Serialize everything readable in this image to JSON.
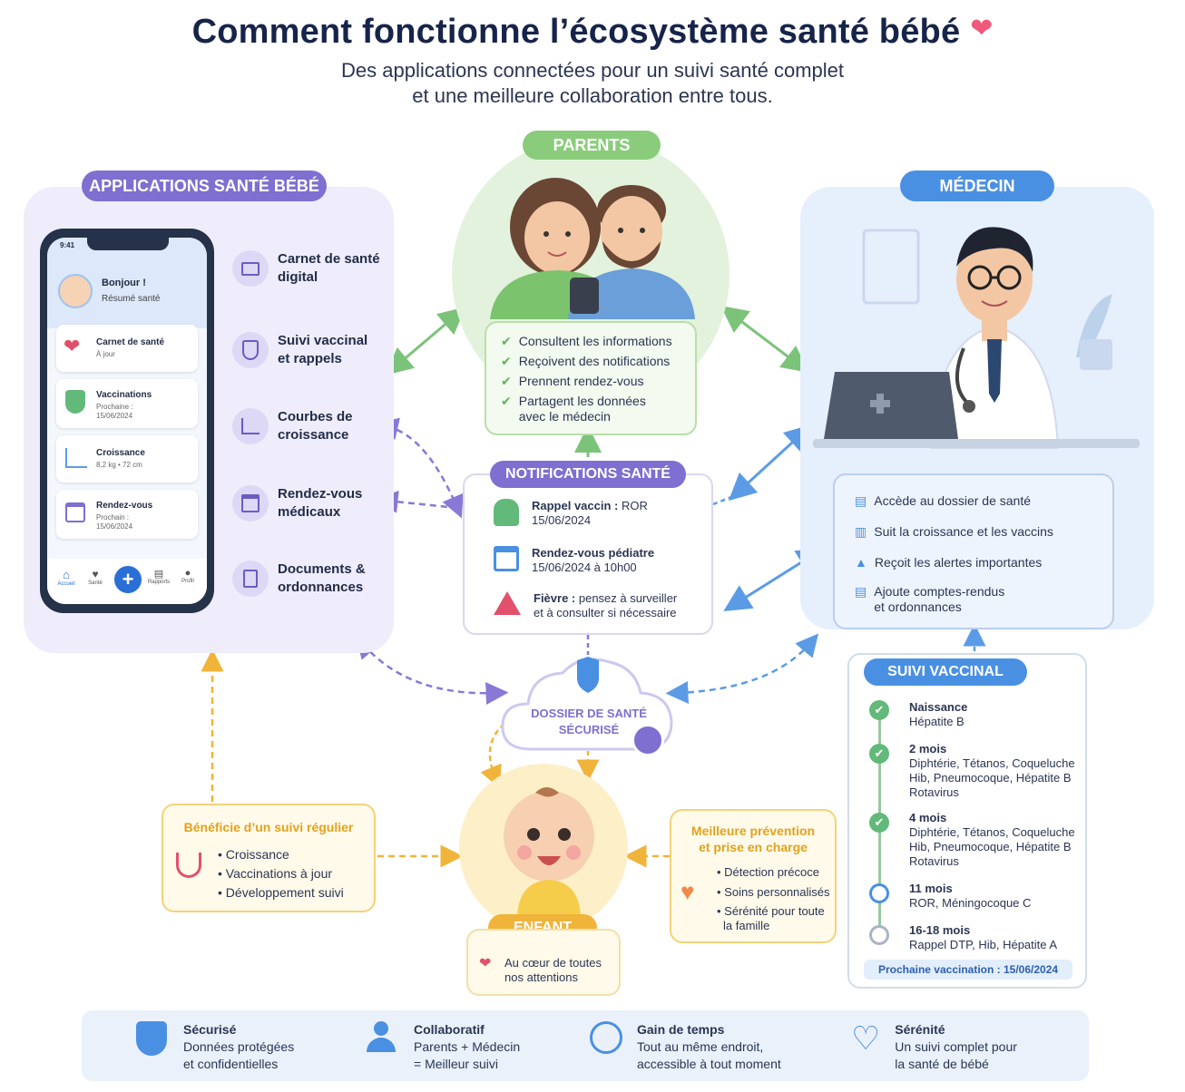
{
  "header": {
    "title": "Comment fonctionne l’écosystème santé bébé",
    "subtitle_line1": "Des applications connectées pour un suivi santé complet",
    "subtitle_line2": "et une meilleure collaboration entre tous."
  },
  "apps": {
    "label": "APPLICATIONS SANTÉ BÉBÉ",
    "phone": {
      "time": "9:41",
      "greeting": "Bonjour !",
      "summary": "Résumé santé",
      "cards": [
        {
          "title": "Carnet de santé",
          "sub": "À jour",
          "sub2": ""
        },
        {
          "title": "Vaccinations",
          "sub": "Prochaine :",
          "sub2": "15/06/2024"
        },
        {
          "title": "Croissance",
          "sub": "8,2 kg • 72 cm",
          "sub2": ""
        },
        {
          "title": "Rendez-vous",
          "sub": "Prochain :",
          "sub2": "15/06/2024"
        }
      ],
      "nav": [
        "Accueil",
        "Santé",
        "Rapports",
        "Profil"
      ]
    },
    "features": [
      {
        "l1": "Carnet de santé",
        "l2": "digital"
      },
      {
        "l1": "Suivi vaccinal",
        "l2": "et rappels"
      },
      {
        "l1": "Courbes de",
        "l2": "croissance"
      },
      {
        "l1": "Rendez-vous",
        "l2": "médicaux"
      },
      {
        "l1": "Documents &",
        "l2": "ordonnances"
      }
    ]
  },
  "parents": {
    "label": "PARENTS",
    "items": [
      "Consultent les informations",
      "Reçoivent des notifications",
      "Prennent rendez-vous",
      "Partagent les données",
      "avec le médecin"
    ]
  },
  "doctor": {
    "label": "MÉDECIN",
    "items": [
      "Accède au dossier de santé",
      "Suit la croissance et les vaccins",
      "Reçoit les alertes importantes",
      "Ajoute comptes-rendus",
      "et ordonnances"
    ]
  },
  "notifications": {
    "label": "NOTIFICATIONS SANTÉ",
    "items": [
      {
        "t1": "Rappel vaccin :",
        "t1b": " ROR",
        "t2": "15/06/2024"
      },
      {
        "t1": "Rendez-vous pédiatre",
        "t1b": "",
        "t2": "15/06/2024 à 10h00"
      },
      {
        "t1": "Fièvre :",
        "t1b": " pensez à surveiller",
        "t2": "et à consulter si nécessaire"
      }
    ]
  },
  "dossier": {
    "l1": "DOSSIER DE SANTÉ",
    "l2": "SÉCURISÉ"
  },
  "vaccines": {
    "label": "SUIVI VACCINAL",
    "items": [
      {
        "age": "Naissance",
        "lines": [
          "Hépatite B"
        ],
        "done": true
      },
      {
        "age": "2 mois",
        "lines": [
          "Diphtérie, Tétanos, Coqueluche",
          "Hib, Pneumocoque, Hépatite B",
          "Rotavirus"
        ],
        "done": true
      },
      {
        "age": "4 mois",
        "lines": [
          "Diphtérie, Tétanos, Coqueluche",
          "Hib, Pneumocoque, Hépatite B",
          "Rotavirus"
        ],
        "done": true
      },
      {
        "age": "11 mois",
        "lines": [
          "ROR, Méningocoque C"
        ],
        "done": false
      },
      {
        "age": "16-18 mois",
        "lines": [
          "Rappel DTP, Hib, Hépatite A"
        ],
        "done": false
      }
    ],
    "next": "Prochaine vaccination : 15/06/2024"
  },
  "benefit_left": {
    "title": "Bénéficie d’un suivi régulier",
    "items": [
      "• Croissance",
      "• Vaccinations à jour",
      "• Développement suivi"
    ]
  },
  "benefit_right": {
    "title1": "Meilleure prévention",
    "title2": "et prise en charge",
    "items": [
      "• Détection précoce",
      "• Soins personnalisés",
      "• Sérénité pour toute",
      "la famille"
    ]
  },
  "child": {
    "label": "ENFANT",
    "l1": "Au cœur de toutes",
    "l2": "nos attentions"
  },
  "footer": [
    {
      "title": "Sécurisé",
      "l1": "Données protégées",
      "l2": "et confidentielles"
    },
    {
      "title": "Collaboratif",
      "l1": "Parents + Médecin",
      "l2": "= Meilleur suivi"
    },
    {
      "title": "Gain de temps",
      "l1": "Tout au même endroit,",
      "l2": "accessible à tout moment"
    },
    {
      "title": "Sérénité",
      "l1": "Un suivi complet pour",
      "l2": "la santé de bébé"
    }
  ]
}
